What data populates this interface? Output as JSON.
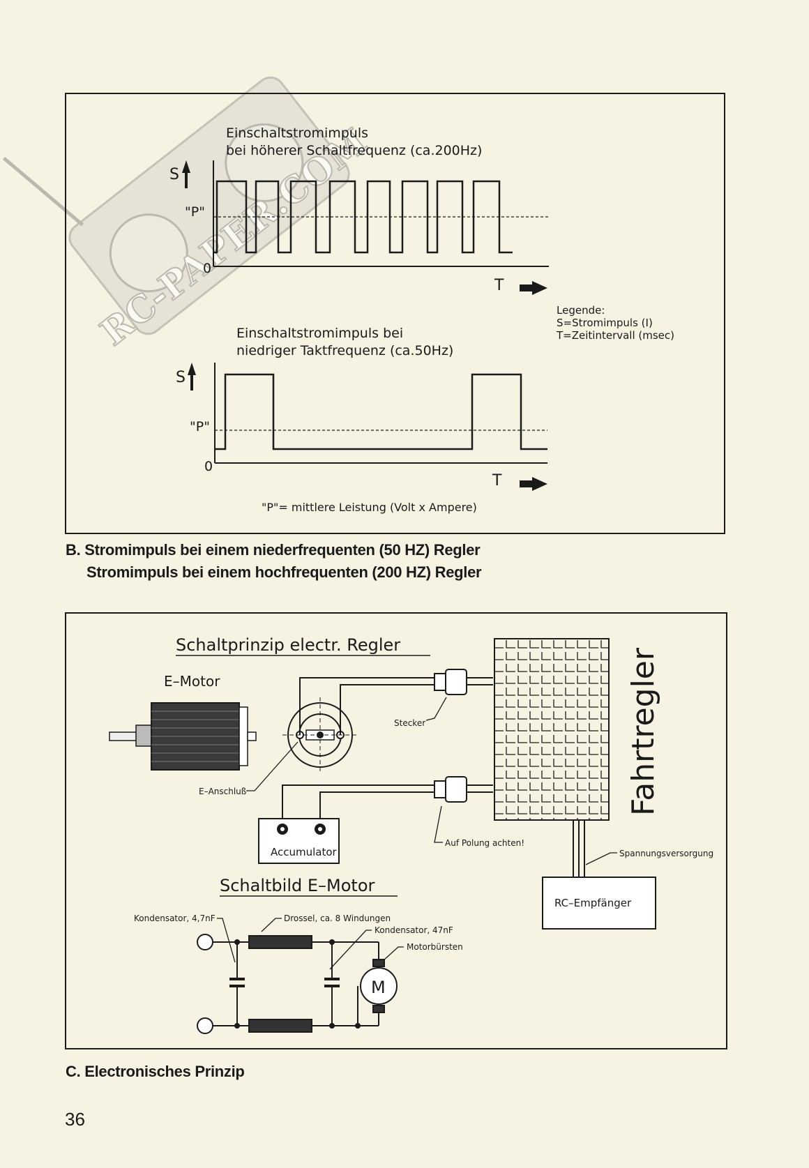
{
  "figB": {
    "upper_title_line1": "Einschaltstromimpuls",
    "upper_title_line2": "bei höherer Schaltfrequenz (ca.200Hz)",
    "lower_title_line1": "Einschaltstromimpuls bei",
    "lower_title_line2": "niedriger Taktfrequenz (ca.50Hz)",
    "axis_s": "S",
    "axis_p": "\"P\"",
    "axis_zero": "0",
    "axis_t": "T",
    "legend_title": "Legende:",
    "legend_s": "S=Stromimpuls (I)",
    "legend_t": "T=Zeitintervall (msec)",
    "footnote": "\"P\"= mittlere Leistung (Volt x Ampere)"
  },
  "captions": {
    "b_line1": "B. Stromimpuls bei einem niederfrequenten (50 HZ) Regler",
    "b_line2": "Stromimpuls bei einem hochfrequenten (200 HZ) Regler",
    "c": "C. Electronisches Prinzip"
  },
  "figC": {
    "title_top": "Schaltprinzip electr. Regler",
    "emotor": "E–Motor",
    "stecker": "Stecker",
    "anschluss": "E–Anschluß",
    "accumulator": "Accumulator",
    "polung": "Auf Polung achten!",
    "fahrtregler": "Fahrtregler",
    "spannung": "Spannungsversorgung",
    "empfaenger": "RC–Empfänger",
    "title_bottom": "Schaltbild E–Motor",
    "kondensator1": "Kondensator, 4,7nF",
    "drossel": "Drossel, ca. 8 Windungen",
    "kondensator2": "Kondensator, 47nF",
    "motorbuersten": "Motorbürsten",
    "motor_symbol": "M"
  },
  "watermark": "RC-PAPER.COM",
  "page_number": "36"
}
